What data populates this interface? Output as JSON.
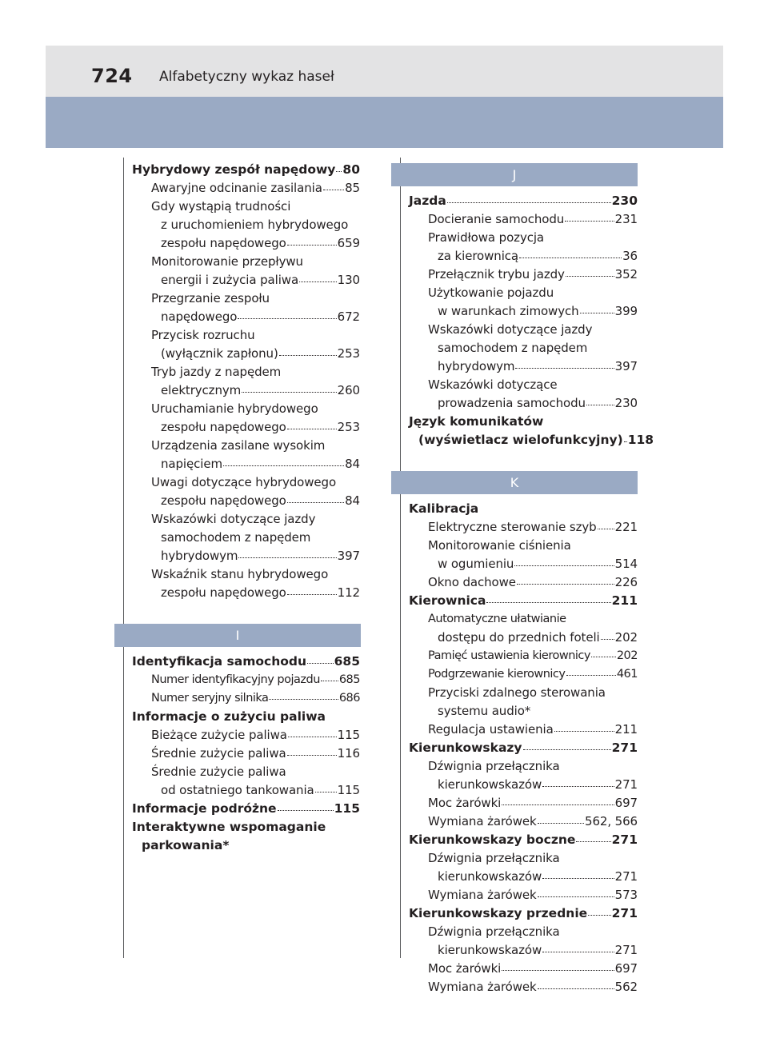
{
  "header": {
    "page_number": "724",
    "title": "Alfabetyczny wykaz haseł"
  },
  "left_column": [
    {
      "level": "main",
      "text": "Hybrydowy zespół napędowy",
      "page": "80"
    },
    {
      "level": "sub",
      "text": "Awaryjne odcinanie zasilania",
      "page": "85"
    },
    {
      "level": "sub",
      "text": "Gdy wystąpią trudności"
    },
    {
      "level": "sub-cont",
      "text": "z uruchomieniem hybrydowego"
    },
    {
      "level": "sub-cont",
      "text": "zespołu napędowego",
      "page": "659"
    },
    {
      "level": "sub",
      "text": "Monitorowanie przepływu"
    },
    {
      "level": "sub-cont",
      "text": "energii i zużycia paliwa",
      "page": "130"
    },
    {
      "level": "sub",
      "text": "Przegrzanie zespołu"
    },
    {
      "level": "sub-cont",
      "text": "napędowego",
      "page": "672"
    },
    {
      "level": "sub",
      "text": "Przycisk rozruchu"
    },
    {
      "level": "sub-cont",
      "text": "(wyłącznik zapłonu)",
      "page": "253"
    },
    {
      "level": "sub",
      "text": "Tryb jazdy z napędem"
    },
    {
      "level": "sub-cont",
      "text": "elektrycznym",
      "page": "260"
    },
    {
      "level": "sub",
      "text": "Uruchamianie hybrydowego"
    },
    {
      "level": "sub-cont",
      "text": "zespołu napędowego",
      "page": "253"
    },
    {
      "level": "sub",
      "text": "Urządzenia zasilane wysokim"
    },
    {
      "level": "sub-cont",
      "text": "napięciem",
      "page": "84"
    },
    {
      "level": "sub",
      "text": "Uwagi dotyczące hybrydowego"
    },
    {
      "level": "sub-cont",
      "text": "zespołu napędowego",
      "page": "84"
    },
    {
      "level": "sub",
      "text": "Wskazówki dotyczące jazdy"
    },
    {
      "level": "sub-cont",
      "text": "samochodem z napędem"
    },
    {
      "level": "sub-cont",
      "text": "hybrydowym",
      "page": "397"
    },
    {
      "level": "sub",
      "text": "Wskaźnik stanu hybrydowego"
    },
    {
      "level": "sub-cont",
      "text": "zespołu napędowego",
      "page": "112"
    },
    {
      "level": "letter",
      "text": "I"
    },
    {
      "level": "main",
      "text": "Identyfikacja samochodu",
      "page": "685"
    },
    {
      "level": "sub-tight",
      "text": "Numer identyfikacyjny pojazdu",
      "page": "685"
    },
    {
      "level": "sub-tight",
      "text": "Numer seryjny silnika",
      "page": "686"
    },
    {
      "level": "main",
      "text": "Informacje o zużyciu paliwa"
    },
    {
      "level": "sub",
      "text": "Bieżące zużycie paliwa",
      "page": "115"
    },
    {
      "level": "sub",
      "text": "Średnie zużycie paliwa",
      "page": "116"
    },
    {
      "level": "sub",
      "text": "Średnie zużycie paliwa"
    },
    {
      "level": "sub-cont",
      "text": "od ostatniego tankowania",
      "page": "115"
    },
    {
      "level": "main",
      "text": "Informacje podróżne",
      "page": "115"
    },
    {
      "level": "main",
      "text": "Interaktywne wspomaganie"
    },
    {
      "level": "main-cont",
      "text": "parkowania*"
    }
  ],
  "right_column": [
    {
      "level": "letter-first",
      "text": "J"
    },
    {
      "level": "main",
      "text": "Jazda",
      "page": "230"
    },
    {
      "level": "sub",
      "text": "Docieranie samochodu",
      "page": "231"
    },
    {
      "level": "sub",
      "text": "Prawidłowa pozycja"
    },
    {
      "level": "sub-cont",
      "text": "za kierownicą",
      "page": "36"
    },
    {
      "level": "sub",
      "text": "Przełącznik trybu jazdy",
      "page": "352"
    },
    {
      "level": "sub",
      "text": "Użytkowanie pojazdu"
    },
    {
      "level": "sub-cont",
      "text": "w warunkach zimowych",
      "page": "399"
    },
    {
      "level": "sub",
      "text": "Wskazówki dotyczące jazdy"
    },
    {
      "level": "sub-cont",
      "text": "samochodem z napędem"
    },
    {
      "level": "sub-cont",
      "text": "hybrydowym",
      "page": "397"
    },
    {
      "level": "sub",
      "text": "Wskazówki dotyczące"
    },
    {
      "level": "sub-cont",
      "text": "prowadzenia samochodu",
      "page": "230"
    },
    {
      "level": "main",
      "text": "Język komunikatów"
    },
    {
      "level": "main-cont",
      "text": "(wyświetlacz wielofunkcyjny)",
      "page": "118"
    },
    {
      "level": "letter",
      "text": "K"
    },
    {
      "level": "main",
      "text": "Kalibracja"
    },
    {
      "level": "sub",
      "text": "Elektryczne sterowanie szyb",
      "page": "221"
    },
    {
      "level": "sub",
      "text": "Monitorowanie ciśnienia"
    },
    {
      "level": "sub-cont",
      "text": "w ogumieniu",
      "page": "514"
    },
    {
      "level": "sub",
      "text": "Okno dachowe",
      "page": "226"
    },
    {
      "level": "main",
      "text": "Kierownica",
      "page": "211"
    },
    {
      "level": "sub-tight",
      "text": "Automatyczne ułatwianie"
    },
    {
      "level": "sub-cont",
      "text": "dostępu do przednich foteli",
      "page": "202"
    },
    {
      "level": "sub-tight",
      "text": "Pamięć ustawienia kierownicy",
      "page": "202"
    },
    {
      "level": "sub-tight",
      "text": "Podgrzewanie kierownicy",
      "page": "461"
    },
    {
      "level": "sub",
      "text": "Przyciski zdalnego sterowania"
    },
    {
      "level": "sub-cont",
      "text": "systemu audio*"
    },
    {
      "level": "sub",
      "text": "Regulacja ustawienia",
      "page": "211"
    },
    {
      "level": "main",
      "text": "Kierunkowskazy",
      "page": "271"
    },
    {
      "level": "sub",
      "text": "Dźwignia przełącznika"
    },
    {
      "level": "sub-cont",
      "text": "kierunkowskazów",
      "page": "271"
    },
    {
      "level": "sub",
      "text": "Moc żarówki",
      "page": "697"
    },
    {
      "level": "sub",
      "text": "Wymiana żarówek",
      "page": "562, 566"
    },
    {
      "level": "main",
      "text": "Kierunkowskazy boczne",
      "page": "271"
    },
    {
      "level": "sub",
      "text": "Dźwignia przełącznika"
    },
    {
      "level": "sub-cont",
      "text": "kierunkowskazów",
      "page": "271"
    },
    {
      "level": "sub",
      "text": "Wymiana żarówek",
      "page": "573"
    },
    {
      "level": "main",
      "text": "Kierunkowskazy przednie",
      "page": "271"
    },
    {
      "level": "sub",
      "text": "Dźwignia przełącznika"
    },
    {
      "level": "sub-cont",
      "text": "kierunkowskazów",
      "page": "271"
    },
    {
      "level": "sub",
      "text": "Moc żarówki",
      "page": "697"
    },
    {
      "level": "sub",
      "text": "Wymiana żarówek",
      "page": "562"
    }
  ]
}
